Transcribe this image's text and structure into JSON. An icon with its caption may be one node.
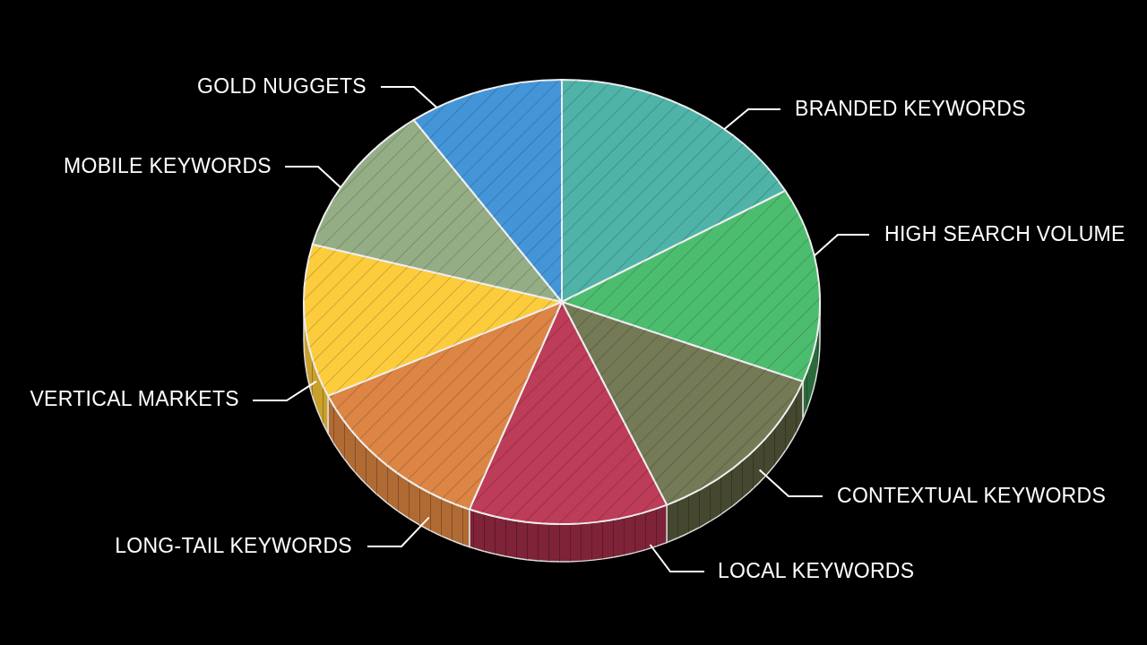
{
  "diagram": {
    "nodes": [
      {
        "text": [
          "GOLD NUGGETS"
        ]
      },
      {
        "text": [
          "BRANDED KEYWORDS"
        ]
      },
      {
        "text": [
          "MOBILE KEYWORDS"
        ]
      },
      {
        "text": [
          "HIGH SEARCH VOLUME"
        ]
      },
      {
        "text": [
          "VERTICAL MARKETS"
        ]
      },
      {
        "text": [
          "CONTEXTUAL KEYWORDS"
        ]
      },
      {
        "text": [
          "LONG-TAIL KEYWORDS"
        ]
      },
      {
        "text": [
          "LOCAL KEYWORDS"
        ]
      },
      {
        "text": [],
        "shape": "wedge"
      },
      {
        "text": [],
        "shape": "wedge"
      },
      {
        "text": [],
        "shape": "wedge"
      },
      {
        "text": [],
        "shape": "wedge"
      },
      {
        "text": [],
        "shape": "wedge"
      },
      {
        "text": [],
        "shape": "wedge"
      },
      {
        "text": [],
        "shape": "wedge"
      },
      {
        "text": [],
        "shape": "wedge"
      }
    ],
    "edges": [
      {
        "from": 0,
        "to": 15,
        "arrow": "none"
      },
      {
        "from": 1,
        "to": 8,
        "arrow": "none"
      },
      {
        "from": 2,
        "to": 14,
        "arrow": "none"
      },
      {
        "from": 3,
        "to": 9,
        "arrow": "none"
      },
      {
        "from": 4,
        "to": 13,
        "arrow": "none"
      },
      {
        "from": 5,
        "to": 10,
        "arrow": "none"
      },
      {
        "from": 6,
        "to": 12,
        "arrow": "none"
      },
      {
        "from": 7,
        "to": 11,
        "arrow": "none"
      }
    ]
  }
}
